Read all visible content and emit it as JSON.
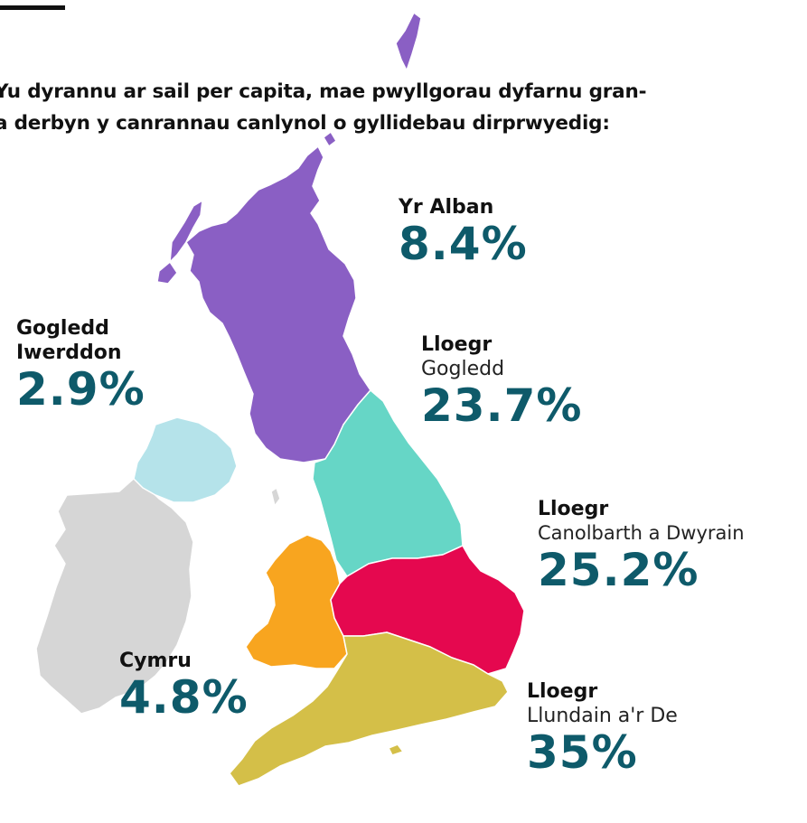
{
  "heading": {
    "line1": "Yu dyrannu ar sail per capita, mae pwyllgorau dyfarnu gran-",
    "line2": "a derbyn y canrannau canlynol o gyllidebau dirprwyedig:"
  },
  "colors": {
    "scotland": "#8a5fc4",
    "north_england": "#66d6c6",
    "midlands_east": "#e5084f",
    "wales": "#f8a51f",
    "london_south": "#d4bf48",
    "northern_ireland": "#b5e3ea",
    "ireland": "#d6d6d6",
    "percentage_text": "#0e5a6a"
  },
  "regions": {
    "scotland": {
      "name": "Yr Alban",
      "value": "8.4%"
    },
    "northern_ireland": {
      "name_line1": "Gogledd",
      "name_line2": "Iwerddon",
      "value": "2.9%"
    },
    "north_england": {
      "name": "Lloegr",
      "sub": "Gogledd",
      "value": "23.7%"
    },
    "midlands_east": {
      "name": "Lloegr",
      "sub": "Canolbarth a Dwyrain",
      "value": "25.2%"
    },
    "wales": {
      "name": "Cymru",
      "value": "4.8%"
    },
    "london_south": {
      "name": "Lloegr",
      "sub": "Llundain a'r De",
      "value": "35%"
    }
  }
}
